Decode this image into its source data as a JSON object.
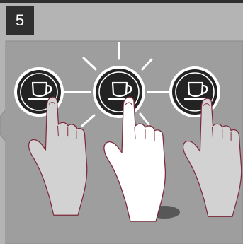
{
  "step": {
    "number": "5"
  },
  "colors": {
    "background": "#b4b4b4",
    "panel": "#9e9e9e",
    "panel_edge": "#8a8a8a",
    "badge": "#2f2f2f",
    "button_face": "#232323",
    "ring": "#ffffff",
    "hand_active": "#ffffff",
    "hand_faded": "#d2d2d2",
    "hand_outline": "#7d2a3c"
  },
  "buttons": [
    {
      "id": "left",
      "icon": "coffee-cup-icon",
      "state": "inactive"
    },
    {
      "id": "middle",
      "icon": "coffee-cup-icon",
      "state": "pressed"
    },
    {
      "id": "right",
      "icon": "coffee-cup-icon",
      "state": "inactive"
    }
  ],
  "press_indicator": {
    "icon": "glow-rays-icon",
    "rays": 8
  }
}
